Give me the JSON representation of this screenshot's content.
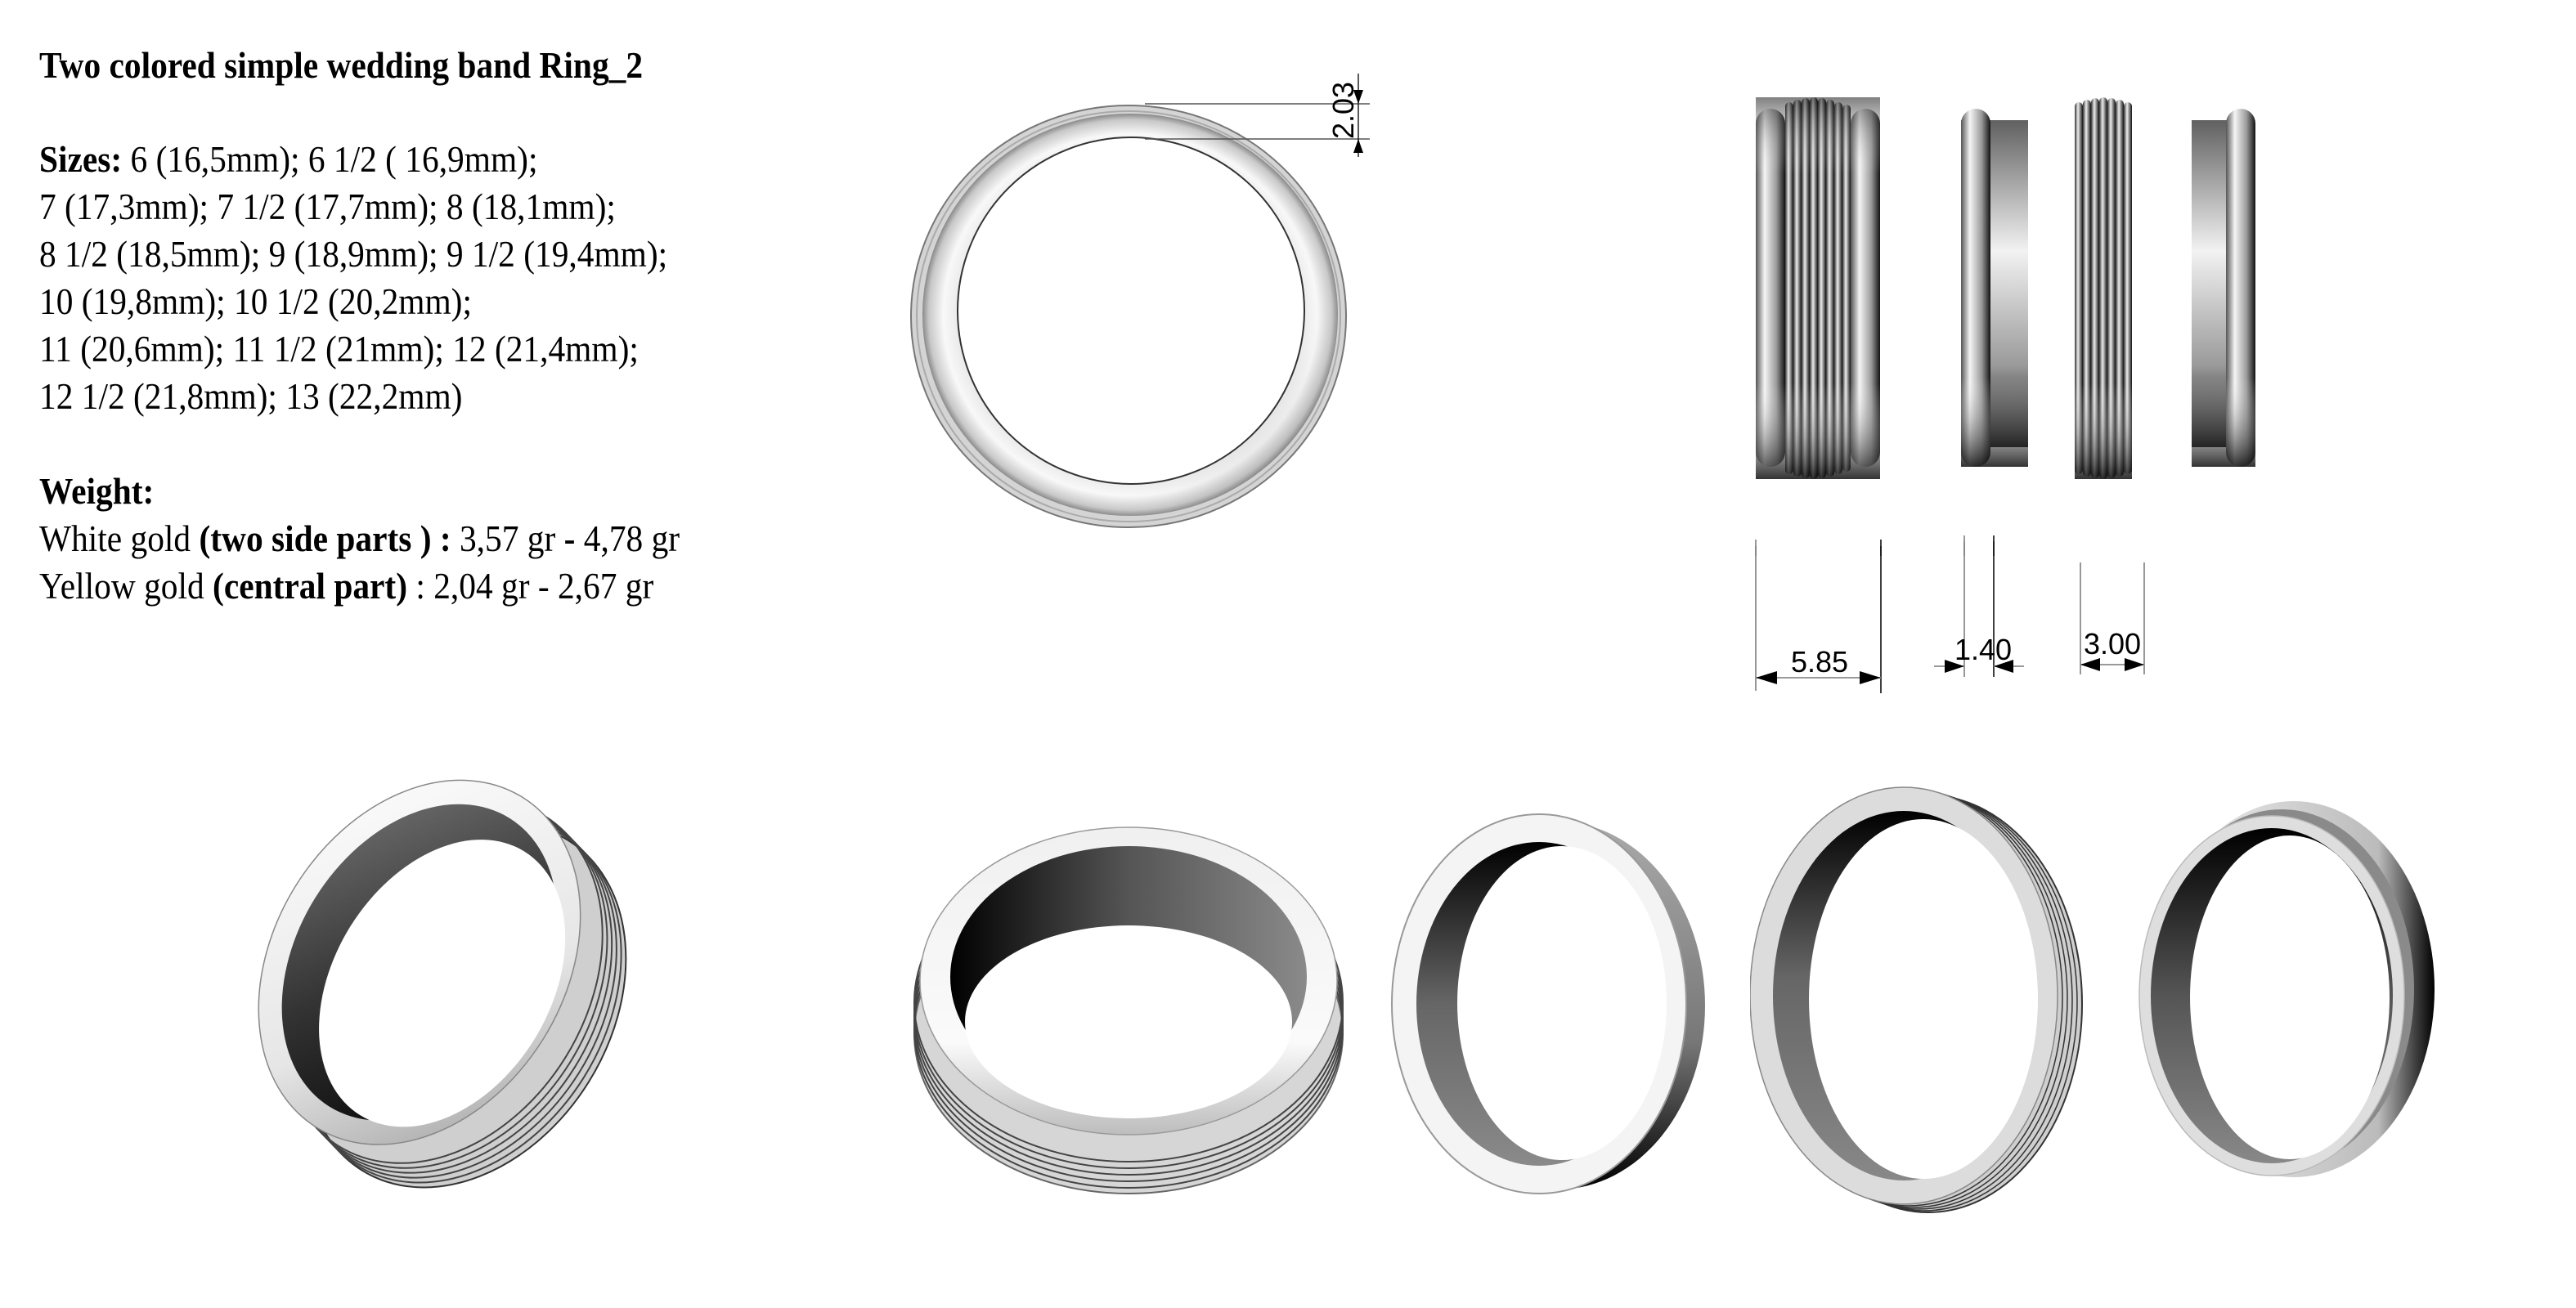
{
  "document": {
    "title": "Two colored simple wedding band Ring_2",
    "sizes": {
      "label": "Sizes:",
      "lines": [
        " 6 (16,5mm); 6 1/2 ( 16,9mm);",
        "7 (17,3mm); 7 1/2 (17,7mm); 8 (18,1mm);",
        "8 1/2 (18,5mm); 9 (18,9mm); 9 1/2 (19,4mm);",
        "10 (19,8mm); 10 1/2 (20,2mm);",
        "11 (20,6mm); 11 1/2 (21mm); 12 (21,4mm);",
        "12 1/2 (21,8mm); 13 (22,2mm)"
      ],
      "list": [
        {
          "size": "6",
          "diameter": "16,5mm"
        },
        {
          "size": "6 1/2",
          "diameter": "16,9mm"
        },
        {
          "size": "7",
          "diameter": "17,3mm"
        },
        {
          "size": "7 1/2",
          "diameter": "17,7mm"
        },
        {
          "size": "8",
          "diameter": "18,1mm"
        },
        {
          "size": "8 1/2",
          "diameter": "18,5mm"
        },
        {
          "size": "9",
          "diameter": "18,9mm"
        },
        {
          "size": "9 1/2",
          "diameter": "19,4mm"
        },
        {
          "size": "10",
          "diameter": "19,8mm"
        },
        {
          "size": "10 1/2",
          "diameter": "20,2mm"
        },
        {
          "size": "11",
          "diameter": "20,6mm"
        },
        {
          "size": "11 1/2",
          "diameter": "21mm"
        },
        {
          "size": "12",
          "diameter": "21,4mm"
        },
        {
          "size": "12 1/2",
          "diameter": "21,8mm"
        },
        {
          "size": "13",
          "diameter": "22,2mm"
        }
      ]
    },
    "weight": {
      "label": "Weight:",
      "white_gold": {
        "metal": "White gold ",
        "part": "(two side parts ) :",
        "min": " 3,57 gr ",
        "dash": "-",
        "max": " 4,78 gr"
      },
      "yellow_gold": {
        "metal": "Yellow gold ",
        "part": "(central part)",
        "range": " : 2,04 gr - 2,67 gr"
      }
    }
  },
  "dimensions": {
    "thickness": "2.03",
    "total_width": "5.85",
    "side_part_width": "1.40",
    "central_part_width": "3.00"
  },
  "colors": {
    "background": "#ffffff",
    "metal_light": "#f2f2f2",
    "metal_mid": "#9a9a9a",
    "metal_dark": "#1a1a1a",
    "inner_dark": "#3c3c3c"
  }
}
